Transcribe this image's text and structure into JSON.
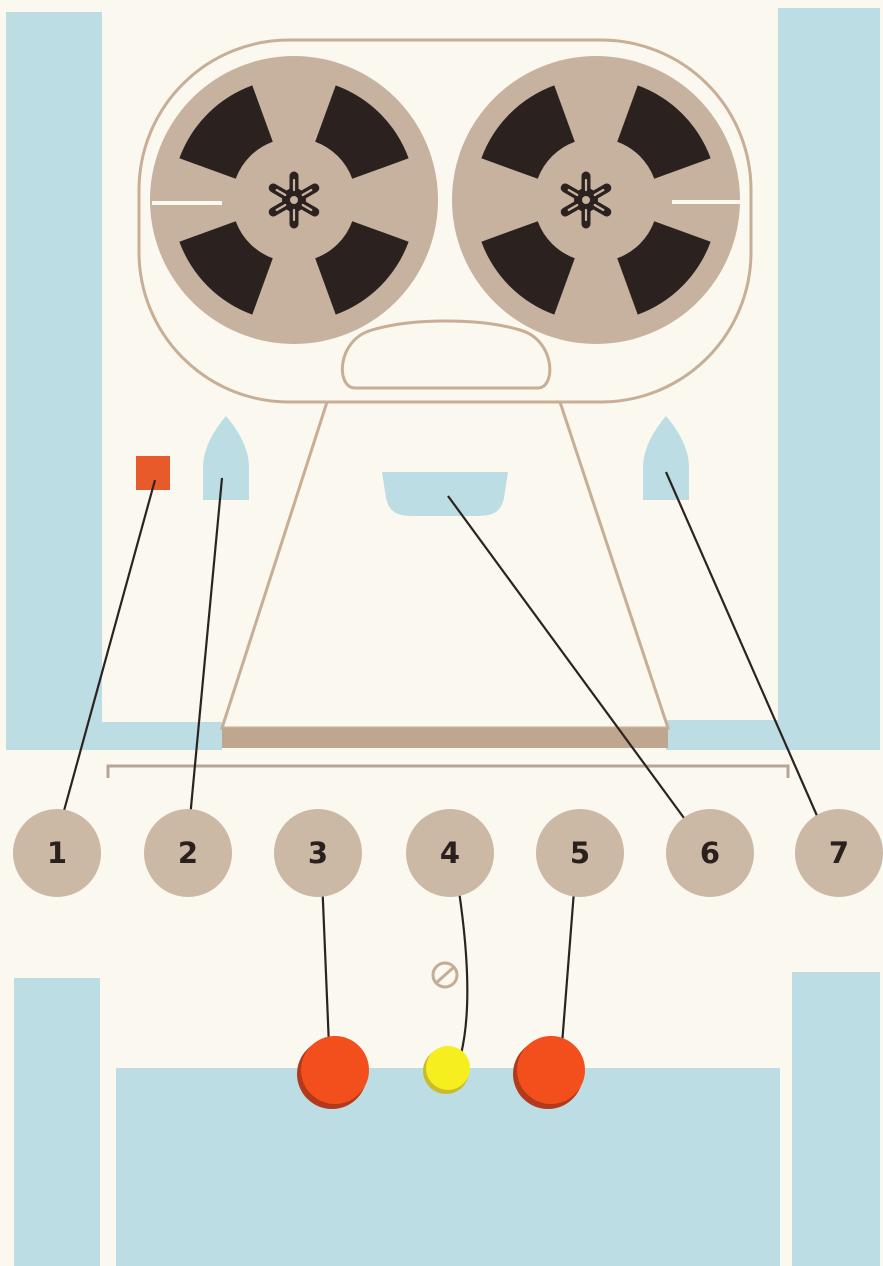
{
  "colors": {
    "paper": "#fbf8ef",
    "panel_blue": "#bcdde3",
    "reel_tan": "#c6b29f",
    "reel_dark": "#2b2220",
    "outline_tan": "#c7ae95",
    "base_strip": "#bfa78f",
    "circle_tan": "#cbb8a5",
    "label_text": "#2a211e",
    "leader_line": "#2c2320",
    "indicator_red": "#e85a2a",
    "button_red": "#f24f1c",
    "button_yellow": "#f7ee1f",
    "screw_outline": "#c4ac97"
  },
  "callouts": [
    {
      "label": "1",
      "part": "red-square-indicator"
    },
    {
      "label": "2",
      "part": "left-tape-guide"
    },
    {
      "label": "3",
      "part": "left-red-button"
    },
    {
      "label": "4",
      "part": "yellow-button"
    },
    {
      "label": "5",
      "part": "right-red-button"
    },
    {
      "label": "6",
      "part": "tape-head-window"
    },
    {
      "label": "7",
      "part": "right-tape-guide"
    }
  ],
  "icons": {
    "reel": "reel-icon",
    "hub": "reel-hub-icon",
    "screw": "screw-icon"
  }
}
